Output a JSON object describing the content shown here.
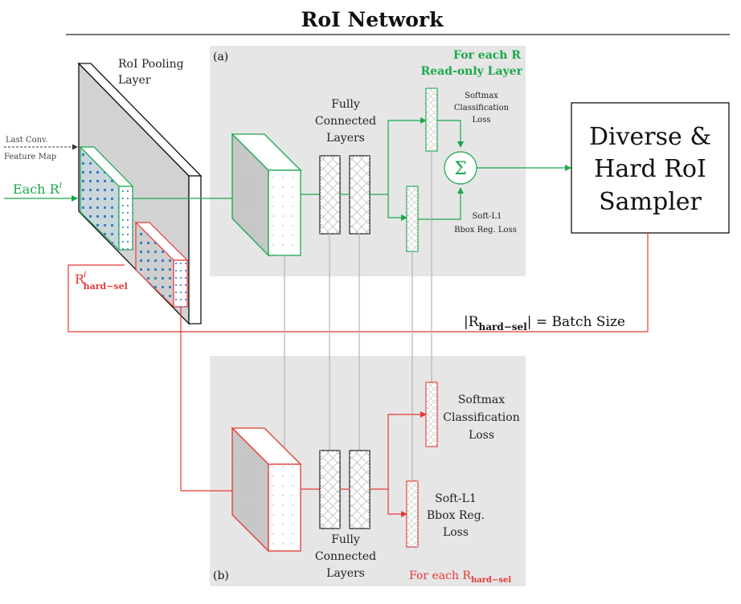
{
  "title": "RoI Network",
  "panel_a": {
    "tag": "(a)",
    "header_line1": "For each R",
    "header_line2": "Read-only Layer",
    "fc_label": [
      "Fully",
      "Connected",
      "Layers"
    ],
    "softmax_label": [
      "Softmax",
      "Classification",
      "Loss"
    ],
    "bbox_label": [
      "Soft-L1",
      "Bbox Reg. Loss"
    ],
    "sum_symbol": "Σ"
  },
  "panel_b": {
    "tag": "(b)",
    "footer_text": "For each R",
    "footer_sub": "hard−sel",
    "fc_label": [
      "Fully",
      "Connected",
      "Layers"
    ],
    "softmax_label": [
      "Softmax",
      "Classification",
      "Loss"
    ],
    "bbox_label": [
      "Soft-L1",
      "Bbox Reg.",
      "Loss"
    ]
  },
  "pooling_layer_label": [
    "RoI Pooling",
    "Layer"
  ],
  "last_conv_label": [
    "Last Conv.",
    "Feature Map"
  ],
  "each_r": {
    "text": "Each R",
    "sup": "i"
  },
  "r_hard_sel": {
    "text": "R",
    "sup": "i",
    "sub": "hard−sel"
  },
  "sampler_label": [
    "Diverse &",
    "Hard RoI",
    "Sampler"
  ],
  "batch_size": {
    "prefix": "|R",
    "sub": "hard−sel",
    "suffix": "| = Batch Size"
  },
  "colors": {
    "green": "#1aa84a",
    "red": "#e53935",
    "panel": "#e6e6e6",
    "dot": "#3a7fc0"
  }
}
